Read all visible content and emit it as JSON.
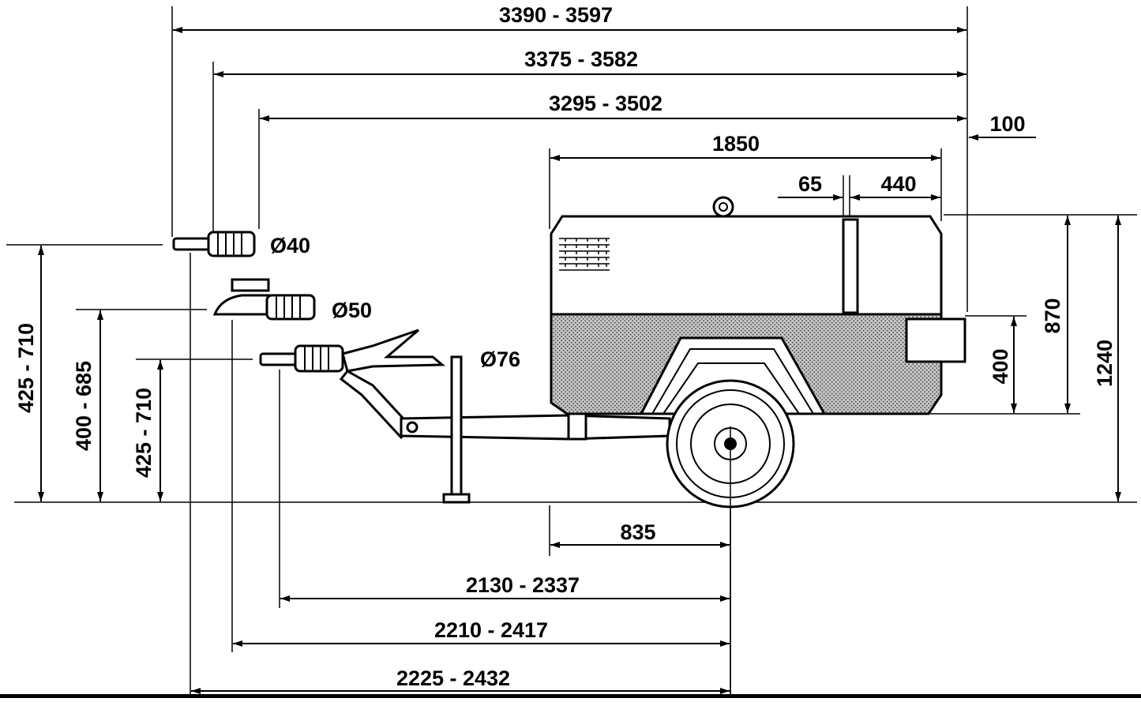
{
  "dimensions": {
    "overall_length_1": "3390 - 3597",
    "overall_length_2": "3375 - 3582",
    "overall_length_3": "3295 - 3502",
    "offset_right": "100",
    "body_length": "1850",
    "gap_65": "65",
    "rear_440": "440",
    "axle_to_front": "835",
    "axle_to_eye_76": "2130 - 2337",
    "axle_to_eye_50": "2210 - 2417",
    "axle_to_eye_40": "2225 - 2432",
    "height_eye_40": "425 - 710",
    "height_eye_50": "400 - 685",
    "height_eye_76": "425 - 710",
    "height_400": "400",
    "height_870": "870",
    "height_1240": "1240"
  },
  "couplings": {
    "eye_40": "Ø40",
    "eye_50": "Ø50",
    "eye_76": "Ø76"
  },
  "colors": {
    "ink": "#000000",
    "background": "#ffffff",
    "hatch": "#9a9a9a"
  }
}
